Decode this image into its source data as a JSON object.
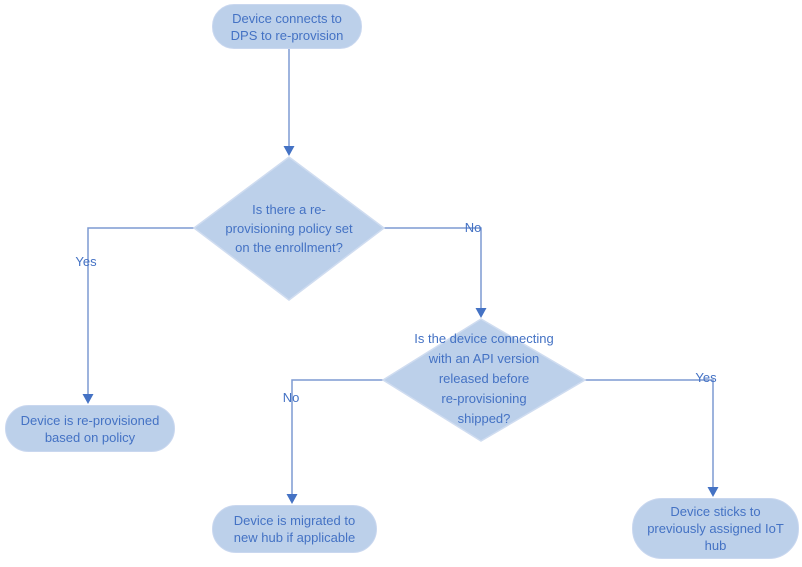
{
  "colors": {
    "shape_fill": "#bcd0ea",
    "shape_border": "#c9d7ef",
    "text": "#4472c4",
    "connector": "#7d9ad2",
    "arrowhead": "#4472c4",
    "background": "#ffffff"
  },
  "nodes": {
    "start": {
      "label": "Device connects to DPS to re-provision",
      "lines": [
        "Device connects to",
        "DPS to re-provision"
      ]
    },
    "decision_policy": {
      "label": "Is there a re-provisioning policy set on the enrollment?",
      "lines": [
        "Is there a re-",
        "provisioning policy set",
        "on the enrollment?"
      ]
    },
    "outcome_policy": {
      "label": "Device is re-provisioned based on policy",
      "lines": [
        "Device is re-provisioned",
        "based on policy"
      ]
    },
    "decision_api": {
      "label": "Is the device connecting with an API version released before re-provisioning shipped?",
      "lines": [
        "Is the device connecting",
        "with an API version",
        "released before",
        "re-provisioning",
        "shipped?"
      ]
    },
    "outcome_migrate": {
      "label": "Device is migrated to new hub if applicable",
      "lines": [
        "Device is migrated to",
        "new hub if applicable"
      ]
    },
    "outcome_stick": {
      "label": "Device sticks to previously assigned IoT hub",
      "lines": [
        "Device sticks to",
        "previously assigned IoT",
        "hub"
      ]
    }
  },
  "edges": {
    "policy_yes": "Yes",
    "policy_no": "No",
    "api_no": "No",
    "api_yes": "Yes"
  }
}
